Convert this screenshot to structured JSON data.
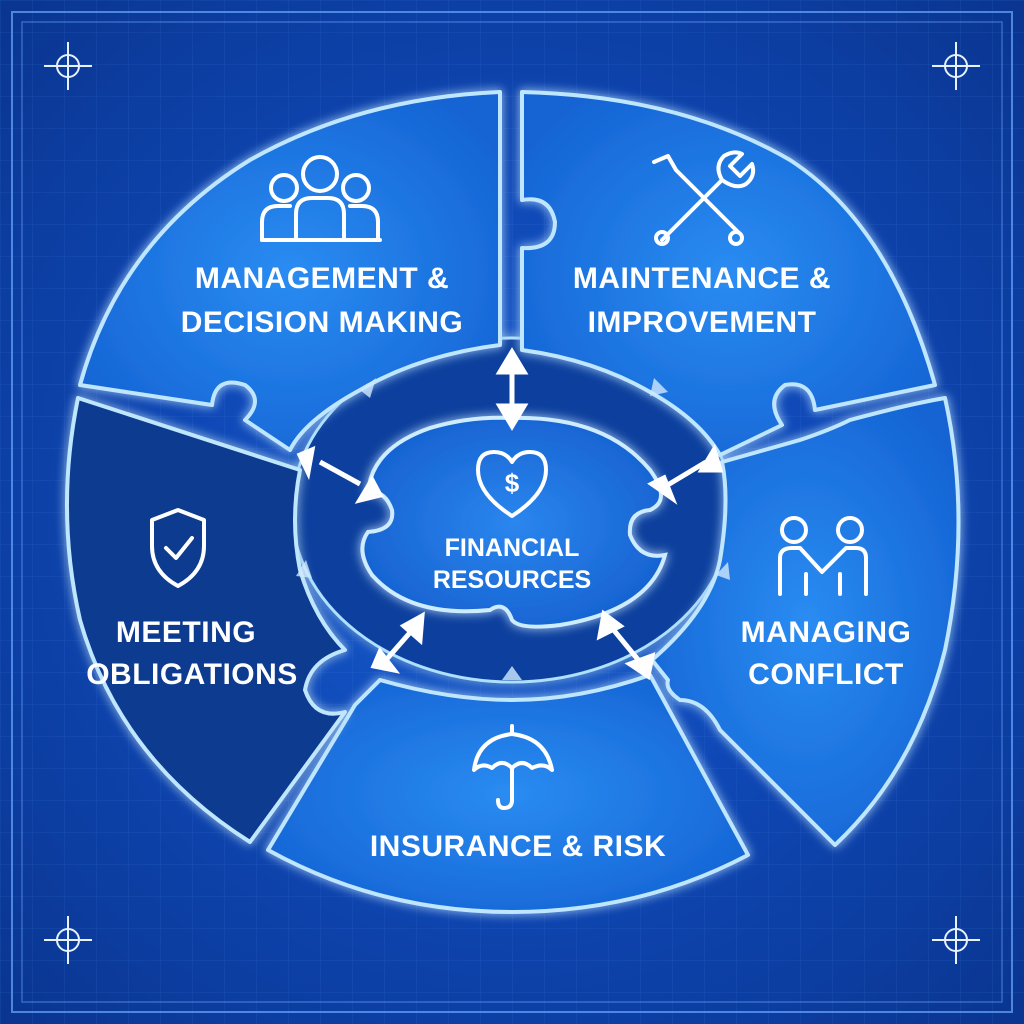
{
  "diagram": {
    "center": {
      "line1": "FINANCIAL",
      "line2": "RESOURCES",
      "icon": "heart-dollar-icon"
    },
    "segments": [
      {
        "id": "management",
        "line1": "MANAGEMENT &",
        "line2": "DECISION MAKING",
        "icon": "people-group-icon"
      },
      {
        "id": "maintenance",
        "line1": "MAINTENANCE &",
        "line2": "IMPROVEMENT",
        "icon": "tools-icon"
      },
      {
        "id": "conflict",
        "line1": "MANAGING",
        "line2": "CONFLICT",
        "icon": "handshake-people-icon"
      },
      {
        "id": "insurance",
        "line1": "INSURANCE & RISK",
        "line2": "",
        "icon": "umbrella-icon"
      },
      {
        "id": "obligations",
        "line1": "MEETING",
        "line2": "OBLIGATIONS",
        "icon": "shield-check-icon"
      }
    ]
  },
  "colors": {
    "background": "#0d3d9e",
    "segment_fill": "#1f78e6",
    "segment_dark_fill": "#0a3a8f",
    "glow": "#9fd8ff",
    "center_fill": "#1e74e2"
  }
}
